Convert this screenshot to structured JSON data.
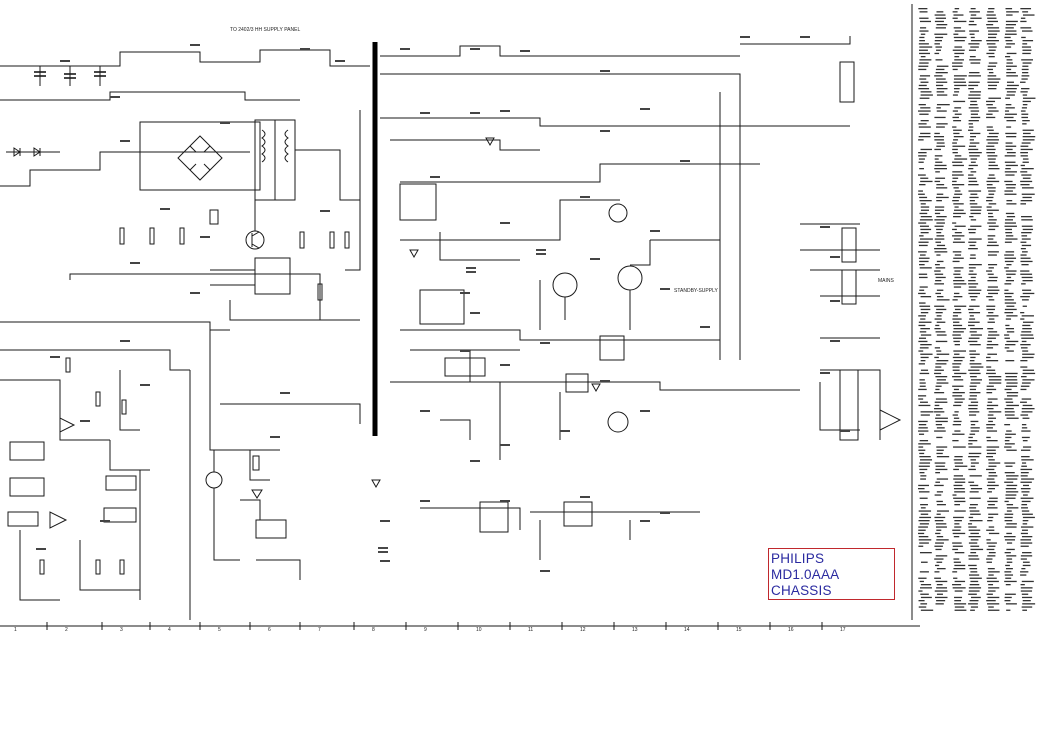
{
  "title_block": {
    "brand": "PHILIPS",
    "model": "MD1.0AAA",
    "section": "CHASSIS",
    "border_color": "#c0282d",
    "text_color": "#2a2aa0"
  },
  "frame_markers": [
    "1",
    "2",
    "3",
    "4",
    "5",
    "6",
    "7",
    "8",
    "9",
    "10",
    "11",
    "12",
    "13",
    "14",
    "15",
    "16",
    "17"
  ],
  "connector_labels": {
    "top": "TO 2402/3 HH SUPPLY PANEL",
    "standby": "STANDBY-SUPPLY",
    "mains": "MAINS"
  }
}
